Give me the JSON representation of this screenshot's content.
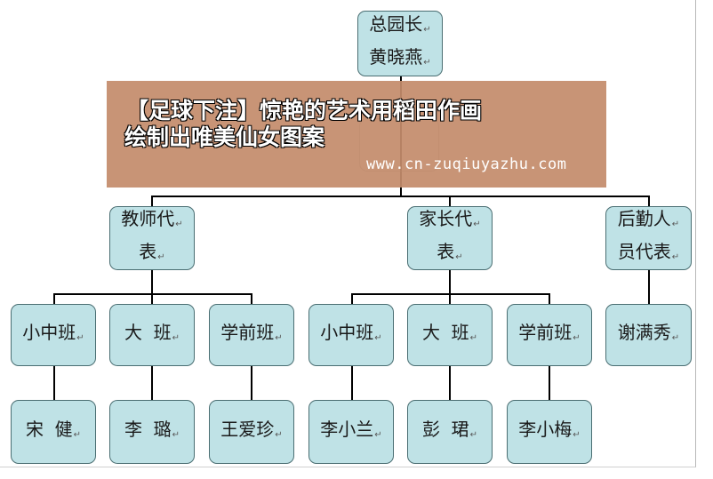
{
  "chart": {
    "root": {
      "lines": [
        "总园长",
        "黄晓燕"
      ]
    },
    "groups": [
      {
        "id": "teachers",
        "lines": [
          "教师代",
          "表"
        ],
        "classes": [
          {
            "class": "小中班",
            "member": "宋  健"
          },
          {
            "class": "大  班",
            "member": "李  璐"
          },
          {
            "class": "学前班",
            "member": "王爱珍"
          }
        ]
      },
      {
        "id": "parents",
        "lines": [
          "家长代",
          "表"
        ],
        "classes": [
          {
            "class": "小中班",
            "member": "李小兰"
          },
          {
            "class": "大  班",
            "member": "彭  珺"
          },
          {
            "class": "学前班",
            "member": "李小梅"
          }
        ]
      },
      {
        "id": "logistics",
        "lines": [
          "后勤人",
          "员代表"
        ],
        "members": [
          "谢满秀"
        ]
      }
    ]
  },
  "overlay": {
    "title_line1": "【足球下注】惊艳的艺术用稻田作画",
    "title_line2": "绘制出唯美仙女图案",
    "url": "www.cn-zuqiuyazhu.com"
  }
}
